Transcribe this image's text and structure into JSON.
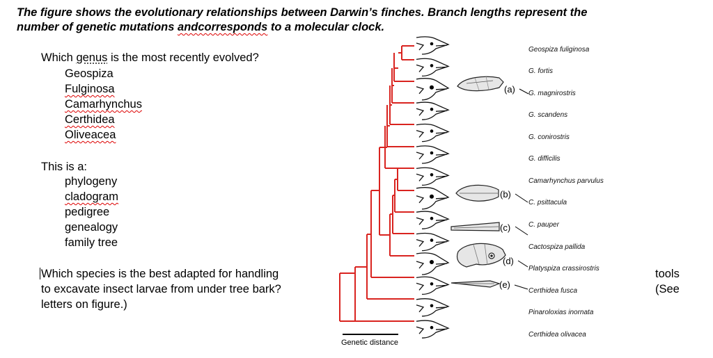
{
  "heading": {
    "line1": "The figure shows the evolutionary relationships between Darwin’s finches. Branch lengths represent the",
    "line2_a": "number of genetic mutations ",
    "line2_b": "andcorresponds",
    "line2_c": " to a molecular clock."
  },
  "q1": {
    "pre": "Which ",
    "genus": "genus",
    "post": " is the most recently evolved?",
    "options": [
      "Geospiza",
      "Fulginosa",
      "Camarhynchus",
      "Certhidea",
      "Oliveacea"
    ]
  },
  "q2": {
    "prompt": "This is a:",
    "options": [
      "phylogeny",
      "cladogram",
      "pedigree",
      "genealogy",
      "family tree"
    ]
  },
  "q3": {
    "line1": "Which species is the best adapted for handling",
    "line1_end": "tools",
    "line2": "to excavate insect larvae from under tree bark?",
    "line2_end": "(See",
    "line3": "letters on figure.)"
  },
  "tree": {
    "branch_color": "#d9231f",
    "species": [
      "Geospiza fuliginosa",
      "G. fortis",
      "G. magnirostris",
      "G. scandens",
      "G. conirostris",
      "G. difficilis",
      "Camarhynchus parvulus",
      "C. psittacula",
      "C. pauper",
      "Cactospiza pallida",
      "Platyspiza crassirostris",
      "Certhidea fusca",
      "Pinaroloxias inornata",
      "Certhidea olivacea"
    ],
    "letters": [
      "(a)",
      "(b)",
      "(c)",
      "(d)",
      "(e)"
    ],
    "scale_label": "Genetic distance"
  }
}
